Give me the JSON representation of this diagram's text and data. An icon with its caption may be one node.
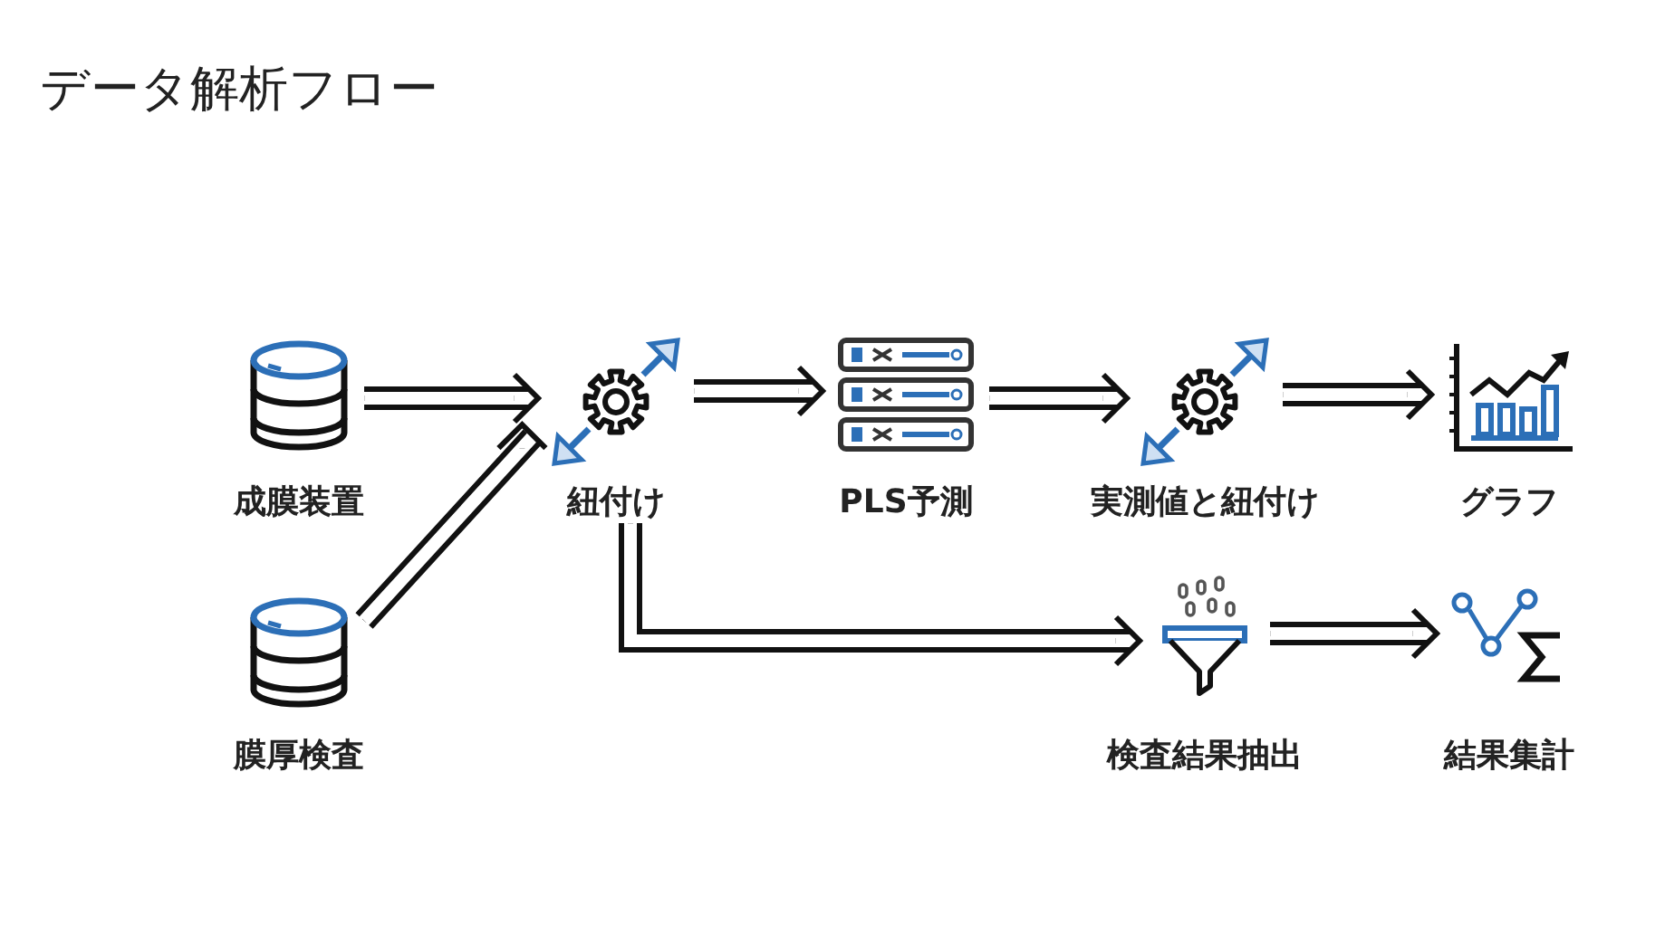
{
  "diagram": {
    "title": "データ解析フロー",
    "nodes": [
      {
        "text": [],
        "shape": "cylinder",
        "beside": [
          "成膜装置"
        ]
      },
      {
        "text": [],
        "shape": "cylinder",
        "beside": [
          "膜厚検査"
        ]
      },
      {
        "text": [],
        "shape": "gear",
        "beside": [
          "紐付け"
        ]
      },
      {
        "text": [],
        "shape": "server",
        "beside": [
          "PLS予測"
        ]
      },
      {
        "text": [],
        "shape": "gear",
        "beside": [
          "実測値と紐付け"
        ]
      },
      {
        "text": [],
        "shape": "chart",
        "beside": [
          "グラフ"
        ]
      },
      {
        "text": [],
        "shape": "funnel",
        "beside": [
          "検査結果抽出"
        ]
      },
      {
        "text": [],
        "shape": "sigma",
        "beside": [
          "結果集計"
        ]
      }
    ],
    "edges": [
      {
        "from": 0,
        "to": 2,
        "arrow": "to"
      },
      {
        "from": 1,
        "to": 2,
        "arrow": "to"
      },
      {
        "from": 2,
        "to": 3,
        "arrow": "to"
      },
      {
        "from": 3,
        "to": 4,
        "arrow": "to"
      },
      {
        "from": 4,
        "to": 5,
        "arrow": "to"
      },
      {
        "from": 2,
        "to": 6,
        "arrow": "to"
      },
      {
        "from": 6,
        "to": 7,
        "arrow": "to"
      }
    ]
  }
}
